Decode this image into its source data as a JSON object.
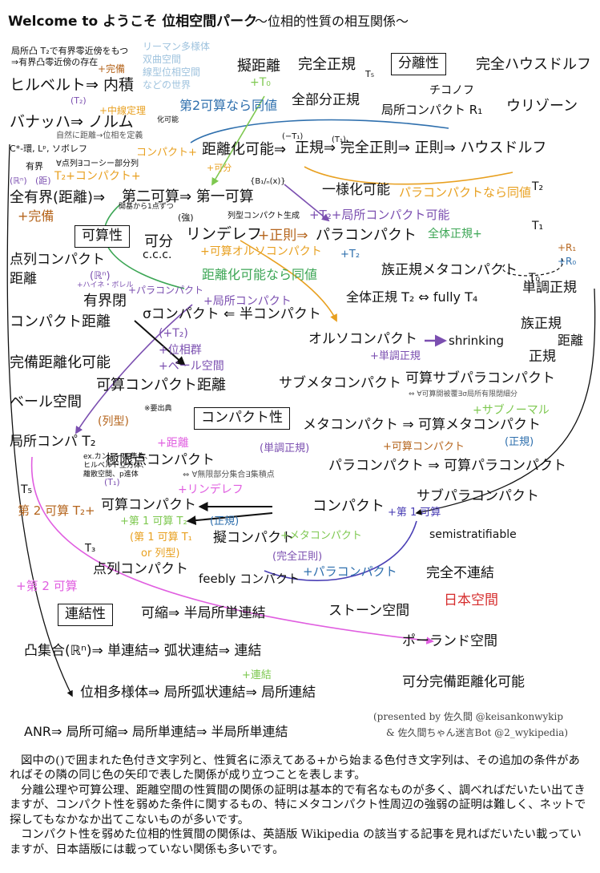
{
  "header": {
    "title": "Welcome to ようこそ 位相空間パーク",
    "subtitle": "〜位相的性質の相互関係〜"
  },
  "sections": [
    {
      "id": "sec-separation",
      "label": "分離性"
    },
    {
      "id": "sec-countability",
      "label": "可算性"
    },
    {
      "id": "sec-compactness",
      "label": "コンパクト性"
    },
    {
      "id": "sec-connectedness",
      "label": "連結性"
    }
  ],
  "nodes": [
    {
      "text": "局所凸 T₂で有界零近傍をもつ",
      "color": "#111111",
      "size": 11
    },
    {
      "text": "⇒有界凸零近傍の存在",
      "color": "#111111",
      "size": 11
    },
    {
      "text": "リーマン多様体",
      "color": "#9fc3de",
      "size": 12
    },
    {
      "text": "双曲空間",
      "color": "#9fc3de",
      "size": 12
    },
    {
      "text": "線型位相空間",
      "color": "#9fc3de",
      "size": 12
    },
    {
      "text": "などの世界",
      "color": "#9fc3de",
      "size": 12
    },
    {
      "text": "+完備",
      "color": "#b5651d",
      "size": 12
    },
    {
      "text": "ヒルベルト⇒ 内積",
      "color": "#111111",
      "size": 19
    },
    {
      "text": "(T₂)",
      "color": "#7b4fb0",
      "size": 11
    },
    {
      "text": "+中線定理",
      "color": "#e8a020",
      "size": 12
    },
    {
      "text": "化可能",
      "color": "#111111",
      "size": 9
    },
    {
      "text": "バナッハ⇒ ノルム",
      "color": "#111111",
      "size": 19
    },
    {
      "text": "自然に距離→位相を定義",
      "color": "#555555",
      "size": 10
    },
    {
      "text": "C*-環, Lᵖ, ソボレフ",
      "color": "#111111",
      "size": 11
    },
    {
      "text": "コンパクト+",
      "color": "#e8a020",
      "size": 13
    },
    {
      "text": "有界",
      "color": "#111111",
      "size": 11
    },
    {
      "text": "∀点列∃コーシー部分列",
      "color": "#111111",
      "size": 10
    },
    {
      "text": "(ℝⁿ)",
      "color": "#7b4fb0",
      "size": 11
    },
    {
      "text": "(距)",
      "color": "#7b4fb0",
      "size": 11
    },
    {
      "text": "T₂+コンパクト+",
      "color": "#e8a020",
      "size": 14
    },
    {
      "text": "全有界(距離)⇒",
      "color": "#111111",
      "size": 18
    },
    {
      "text": "+完備",
      "color": "#b5651d",
      "size": 16
    },
    {
      "text": "点列コンパクト",
      "color": "#111111",
      "size": 17
    },
    {
      "text": "距離",
      "color": "#111111",
      "size": 17
    },
    {
      "text": "(ℝⁿ)",
      "color": "#7b4fb0",
      "size": 13
    },
    {
      "text": "+ハイネ・ボレル",
      "color": "#7b4fb0",
      "size": 9
    },
    {
      "text": "有界閉",
      "color": "#111111",
      "size": 18
    },
    {
      "text": "コンパクト距離",
      "color": "#111111",
      "size": 18
    },
    {
      "text": "完備距離化可能",
      "color": "#111111",
      "size": 18
    },
    {
      "text": "ベール空間",
      "color": "#111111",
      "size": 18
    },
    {
      "text": "局所コンパ T₂",
      "color": "#111111",
      "size": 17
    },
    {
      "text": "ex.カントール集合、",
      "color": "#111111",
      "size": 9
    },
    {
      "text": "ヒルベルト立方体、",
      "color": "#111111",
      "size": 9
    },
    {
      "text": "離散空間、p進体",
      "color": "#111111",
      "size": 9
    },
    {
      "text": "T₅",
      "color": "#111111",
      "size": 14
    },
    {
      "text": "第 2 可算 T₂+",
      "color": "#b5651d",
      "size": 15
    },
    {
      "text": "T₃",
      "color": "#111111",
      "size": 13
    },
    {
      "text": "+第 2 可算",
      "color": "#e05ee0",
      "size": 15
    },
    {
      "text": "擬距離",
      "color": "#111111",
      "size": 18
    },
    {
      "text": "+T₀",
      "color": "#7ec850",
      "size": 14
    },
    {
      "text": "第2可算なら同値",
      "color": "#2e6fad",
      "size": 16
    },
    {
      "text": "距離化可能⇒",
      "color": "#111111",
      "size": 18
    },
    {
      "text": "+可分",
      "color": "#e8a020",
      "size": 11
    },
    {
      "text": "{B₁/ₙ(x)}",
      "color": "#111111",
      "size": 10
    },
    {
      "text": "第二可算⇒ 第一可算",
      "color": "#111111",
      "size": 18
    },
    {
      "text": "開基から1点ずつ",
      "color": "#111111",
      "size": 9
    },
    {
      "text": "(強)",
      "color": "#111111",
      "size": 11
    },
    {
      "text": "列型コンパクト生成",
      "color": "#111111",
      "size": 10
    },
    {
      "text": "可分",
      "color": "#111111",
      "size": 18
    },
    {
      "text": "リンデレフ",
      "color": "#111111",
      "size": 19
    },
    {
      "text": "c.c.c.",
      "color": "#111111",
      "size": 14
    },
    {
      "text": "+パラコンパクト",
      "color": "#7b4fb0",
      "size": 12
    },
    {
      "text": "+正則⇒",
      "color": "#b5651d",
      "size": 17
    },
    {
      "text": "+可算オルソコンパクト",
      "color": "#e8a020",
      "size": 14
    },
    {
      "text": "距離化可能なら同値",
      "color": "#3ca655",
      "size": 16
    },
    {
      "text": "σコンパクト ⇐ 半コンパクト",
      "color": "#111111",
      "size": 17
    },
    {
      "text": "+局所コンパクト",
      "color": "#7b4fb0",
      "size": 14
    },
    {
      "text": "(+T₂)",
      "color": "#7b4fb0",
      "size": 14
    },
    {
      "text": "+位相群",
      "color": "#7b4fb0",
      "size": 14
    },
    {
      "text": "+ベール空間",
      "color": "#7b4fb0",
      "size": 14
    },
    {
      "text": "可算コンパクト距離",
      "color": "#111111",
      "size": 18
    },
    {
      "text": "※要出典",
      "color": "#111111",
      "size": 9
    },
    {
      "text": "(列型)",
      "color": "#b5651d",
      "size": 14
    },
    {
      "text": "+距離",
      "color": "#e05ee0",
      "size": 14
    },
    {
      "text": "極限点コンパクト",
      "color": "#111111",
      "size": 17
    },
    {
      "text": "⇔ ∀無限部分集合∃集積点",
      "color": "#555555",
      "size": 10
    },
    {
      "text": "(T₁)",
      "color": "#7b4fb0",
      "size": 11
    },
    {
      "text": "+リンデレフ",
      "color": "#e05ee0",
      "size": 14
    },
    {
      "text": "可算コンパクト",
      "color": "#111111",
      "size": 17
    },
    {
      "text": "+第 1 可算 T₂",
      "color": "#7ec850",
      "size": 13
    },
    {
      "text": "(正規)",
      "color": "#2e6fad",
      "size": 13
    },
    {
      "text": "(第 1 可算 T₁",
      "color": "#e8a020",
      "size": 13
    },
    {
      "text": "or 列型)",
      "color": "#e8a020",
      "size": 13
    },
    {
      "text": "擬コンパクト",
      "color": "#111111",
      "size": 17
    },
    {
      "text": "点列コンパクト",
      "color": "#111111",
      "size": 17
    },
    {
      "text": "(完全正則)",
      "color": "#7b4fb0",
      "size": 13
    },
    {
      "text": "feebly コンパクト",
      "color": "#111111",
      "size": 15
    },
    {
      "text": "完全正規",
      "color": "#111111",
      "size": 18
    },
    {
      "text": "T₅",
      "color": "#111111",
      "size": 11
    },
    {
      "text": "全部分正規",
      "color": "#111111",
      "size": 17
    },
    {
      "text": "チコノフ",
      "color": "#111111",
      "size": 14
    },
    {
      "text": "完全ハウスドルフ",
      "color": "#111111",
      "size": 18
    },
    {
      "text": "ウリゾーン",
      "color": "#111111",
      "size": 18
    },
    {
      "text": "局所コンパクト R₁",
      "color": "#111111",
      "size": 15
    },
    {
      "text": "(−T₁)",
      "color": "#111111",
      "size": 10
    },
    {
      "text": "(T₁)",
      "color": "#111111",
      "size": 10
    },
    {
      "text": "正規⇒ 完全正則⇒ 正則⇒ ハウスドルフ",
      "color": "#111111",
      "size": 18
    },
    {
      "text": "一様化可能",
      "color": "#111111",
      "size": 17
    },
    {
      "text": "パラコンパクトなら同値",
      "color": "#e8a020",
      "size": 15
    },
    {
      "text": "T₂",
      "color": "#111111",
      "size": 14
    },
    {
      "text": "T₁",
      "color": "#111111",
      "size": 14
    },
    {
      "text": "T₀",
      "color": "#111111",
      "size": 14
    },
    {
      "text": "+R₁",
      "color": "#b5651d",
      "size": 12
    },
    {
      "text": "+R₀",
      "color": "#2e6fad",
      "size": 12
    },
    {
      "text": "+T₂+局所コンパクト可能",
      "color": "#7b4fb0",
      "size": 15
    },
    {
      "text": "パラコンパクト",
      "color": "#111111",
      "size": 18
    },
    {
      "text": "全体正規+",
      "color": "#3ca655",
      "size": 14
    },
    {
      "text": "+T₂",
      "color": "#2e6fad",
      "size": 13
    },
    {
      "text": "族正規メタコンパクト",
      "color": "#111111",
      "size": 17
    },
    {
      "text": "全体正規 T₂ ⇔ fully T₄",
      "color": "#111111",
      "size": 16
    },
    {
      "text": "単調正規",
      "color": "#111111",
      "size": 17
    },
    {
      "text": "族正規",
      "color": "#111111",
      "size": 17
    },
    {
      "text": "オルソコンパクト",
      "color": "#111111",
      "size": 17
    },
    {
      "text": "shrinking",
      "color": "#111111",
      "size": 15
    },
    {
      "text": "正規",
      "color": "#111111",
      "size": 17
    },
    {
      "text": "距離",
      "color": "#111111",
      "size": 16
    },
    {
      "text": "+単調正規",
      "color": "#7b4fb0",
      "size": 13
    },
    {
      "text": "可算サブパラコンパクト",
      "color": "#111111",
      "size": 17
    },
    {
      "text": "⇔ ∀可算開被覆∃σ局所有限閉細分",
      "color": "#555555",
      "size": 9
    },
    {
      "text": "サブメタコンパクト",
      "color": "#111111",
      "size": 17
    },
    {
      "text": "+サブノーマル",
      "color": "#7ec850",
      "size": 14
    },
    {
      "text": "メタコンパクト ⇒ 可算メタコンパクト",
      "color": "#111111",
      "size": 17
    },
    {
      "text": "(単調正規)",
      "color": "#7b4fb0",
      "size": 13
    },
    {
      "text": "+可算コンパクト",
      "color": "#b5651d",
      "size": 13
    },
    {
      "text": "(正規)",
      "color": "#2e6fad",
      "size": 13
    },
    {
      "text": "パラコンパクト ⇒ 可算パラコンパクト",
      "color": "#111111",
      "size": 17
    },
    {
      "text": "サブパラコンパクト",
      "color": "#111111",
      "size": 17
    },
    {
      "text": "コンパクト",
      "color": "#111111",
      "size": 18
    },
    {
      "text": "+第 1 可算",
      "color": "#4a3fb5",
      "size": 13
    },
    {
      "text": "semistratifiable",
      "color": "#111111",
      "size": 14
    },
    {
      "text": "+メタコンパクト",
      "color": "#7ec850",
      "size": 13
    },
    {
      "text": "+パラコンパクト",
      "color": "#2e6fad",
      "size": 15
    },
    {
      "text": "完全不連結",
      "color": "#111111",
      "size": 17
    },
    {
      "text": "ストーン空間",
      "color": "#111111",
      "size": 17
    },
    {
      "text": "日本空間",
      "color": "#d62d2d",
      "size": 17
    },
    {
      "text": "ポーランド空間",
      "color": "#111111",
      "size": 17
    },
    {
      "text": "可分完備距離化可能",
      "color": "#111111",
      "size": 17
    },
    {
      "text": "可縮⇒ 半局所単連結",
      "color": "#111111",
      "size": 17
    },
    {
      "text": "凸集合(ℝⁿ)⇒ 単連結⇒ 弧状連結⇒ 連結",
      "color": "#111111",
      "size": 17
    },
    {
      "text": "+連結",
      "color": "#7ec850",
      "size": 13
    },
    {
      "text": "位相多様体⇒ 局所弧状連結⇒ 局所連結",
      "color": "#111111",
      "size": 17
    },
    {
      "text": "ANR⇒ 局所可縮⇒ 局所単連結⇒ 半局所単連結",
      "color": "#111111",
      "size": 16
    }
  ],
  "credits": {
    "line1": "(presented by  佐久間 @keisankonwykip",
    "line2": "& 佐久間ちゃん迷言Bot @2_wykipedia)"
  },
  "footer": {
    "paragraphs": [
      "図中の()で囲まれた色付き文字列と、性質名に添えてある+から始まる色付き文字列は、その追加の条件があればその隣の同じ色の矢印で表した関係が成り立つことを表します。",
      "分離公理や可算公理、距離空間の性質間の関係の証明は基本的で有名なものが多く、調べればだいたい出てきますが、コンパクト性を弱めた条件に関するもの、特にメタコンパクト性周辺の強弱の証明は難しく、ネットで探してもなかなか出てこないものが多いです。",
      "コンパクト性を弱めた位相的性質間の関係は、英語版 Wikipedia の該当する記事を見ればだいたい載っていますが、日本語版には載っていない関係も多いです。"
    ]
  },
  "colors": {
    "ink": "#111111",
    "green": "#7ec850",
    "dark_green": "#3ca655",
    "blue": "#2e6fad",
    "purple": "#7b4fb0",
    "orange": "#e8a020",
    "brown": "#b5651d",
    "pink": "#e05ee0",
    "red": "#d62d2d"
  }
}
